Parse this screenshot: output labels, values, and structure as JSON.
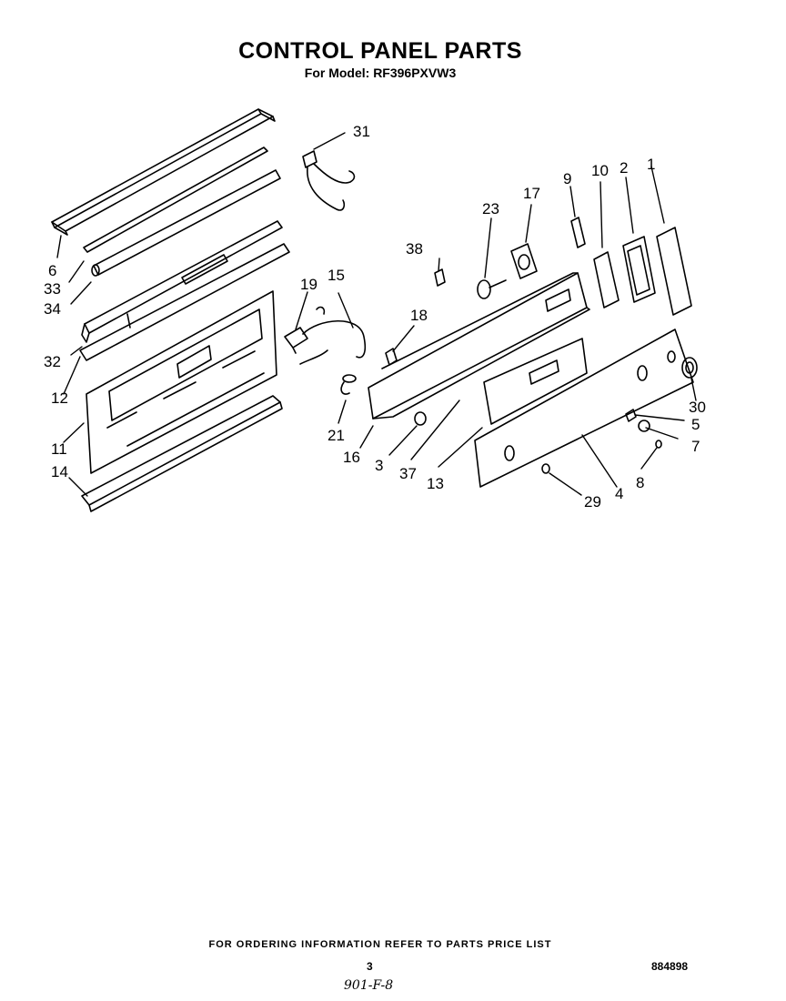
{
  "header": {
    "title": "CONTROL PANEL PARTS",
    "subtitle": "For Model: RF396PXVW3"
  },
  "callouts": [
    {
      "id": "c1",
      "label": "1"
    },
    {
      "id": "c2",
      "label": "2"
    },
    {
      "id": "c3",
      "label": "3"
    },
    {
      "id": "c4",
      "label": "4"
    },
    {
      "id": "c5",
      "label": "5"
    },
    {
      "id": "c6",
      "label": "6"
    },
    {
      "id": "c7",
      "label": "7"
    },
    {
      "id": "c8",
      "label": "8"
    },
    {
      "id": "c9",
      "label": "9"
    },
    {
      "id": "c10",
      "label": "10"
    },
    {
      "id": "c11",
      "label": "11"
    },
    {
      "id": "c12",
      "label": "12"
    },
    {
      "id": "c13",
      "label": "13"
    },
    {
      "id": "c14",
      "label": "14"
    },
    {
      "id": "c15",
      "label": "15"
    },
    {
      "id": "c16",
      "label": "16"
    },
    {
      "id": "c17",
      "label": "17"
    },
    {
      "id": "c18",
      "label": "18"
    },
    {
      "id": "c19",
      "label": "19"
    },
    {
      "id": "c21",
      "label": "21"
    },
    {
      "id": "c23",
      "label": "23"
    },
    {
      "id": "c29",
      "label": "29"
    },
    {
      "id": "c30",
      "label": "30"
    },
    {
      "id": "c31",
      "label": "31"
    },
    {
      "id": "c32",
      "label": "32"
    },
    {
      "id": "c33",
      "label": "33"
    },
    {
      "id": "c34",
      "label": "34"
    },
    {
      "id": "c37",
      "label": "37"
    },
    {
      "id": "c38",
      "label": "38"
    }
  ],
  "footer": {
    "note": "FOR ORDERING INFORMATION REFER TO PARTS PRICE LIST",
    "page_number": "3",
    "document_number": "884898",
    "handwritten_note": "901-F-8"
  }
}
